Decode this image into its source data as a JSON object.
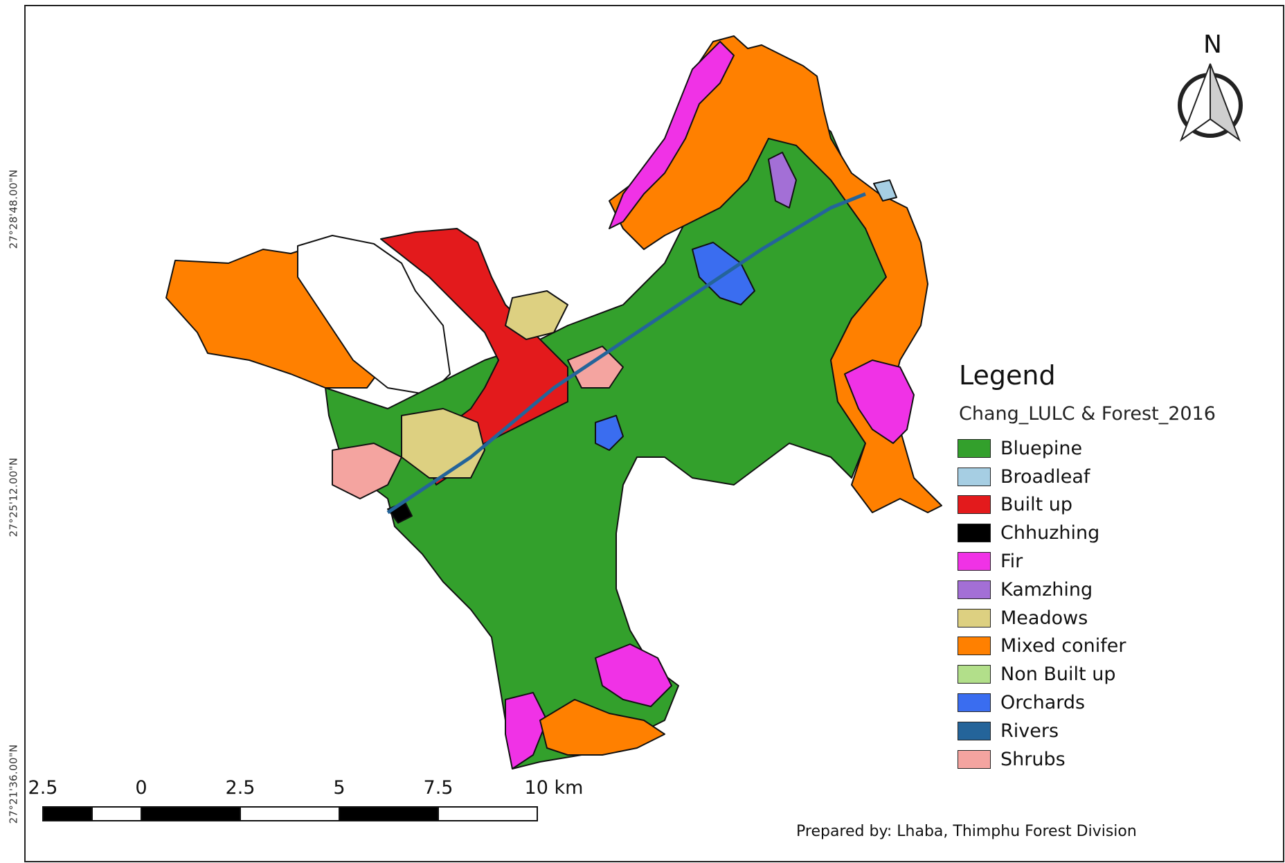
{
  "map": {
    "lat_labels": [
      "27°28'48.00\"N",
      "27°25'12.00\"N",
      "27°21'36.00\"N"
    ],
    "north_label": "N",
    "legend": {
      "title": "Legend",
      "layer": "Chang_LULC & Forest_2016",
      "items": [
        {
          "label": "Bluepine",
          "color": "#33a02c"
        },
        {
          "label": "Broadleaf",
          "color": "#a6cee3"
        },
        {
          "label": "Built up",
          "color": "#e31a1c"
        },
        {
          "label": "Chhuzhing",
          "color": "#000000"
        },
        {
          "label": "Fir",
          "color": "#f032e6"
        },
        {
          "label": "Kamzhing",
          "color": "#a36fd6"
        },
        {
          "label": "Meadows",
          "color": "#ddd081"
        },
        {
          "label": "Mixed conifer",
          "color": "#ff8000"
        },
        {
          "label": "Non Built up",
          "color": "#b2df8a"
        },
        {
          "label": "Orchards",
          "color": "#3a6df0"
        },
        {
          "label": "Rivers",
          "color": "#24649a"
        },
        {
          "label": "Shrubs",
          "color": "#f4a4a0"
        }
      ]
    },
    "scale_bar": {
      "labels": [
        "2.5",
        "0",
        "2.5",
        "5",
        "7.5",
        "10 km"
      ]
    },
    "credit": "Prepared by: Lhaba, Thimphu Forest Division"
  }
}
